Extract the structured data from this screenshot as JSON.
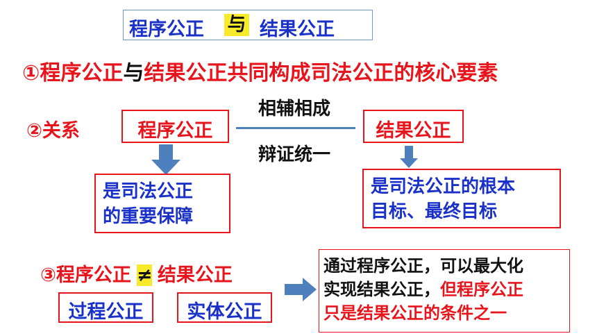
{
  "title": {
    "left": "程序公正",
    "mid": "与",
    "right": "结果公正"
  },
  "point1": {
    "part1": "①程序公正",
    "part2": "与",
    "part3": "结果公正共同构成司法公正的核心要素"
  },
  "point2": {
    "label": "②关系",
    "left_box": "程序公正",
    "right_box": "结果公正",
    "relation_top": "相辅相成",
    "relation_bottom": "辩证统一",
    "left_desc": [
      "是司法公正",
      "的重要保障"
    ],
    "right_desc": [
      "是司法公正的根本",
      "目标、最终目标"
    ]
  },
  "point3": {
    "left": "③程序公正",
    "neq": "≠",
    "right": "结果公正",
    "box_left": "过程公正",
    "box_right": "实体公正",
    "conclusion": {
      "line1": "通过程序公正，可以最大化",
      "line2_black": "实现结果公正，",
      "line2_red": "但程序公正",
      "line3": "只是结果公正的条件之一"
    }
  },
  "colors": {
    "red": "#e8141c",
    "blue": "#1a31c9",
    "highlight": "#f6ea2b",
    "arrow": "#4e80bd"
  }
}
